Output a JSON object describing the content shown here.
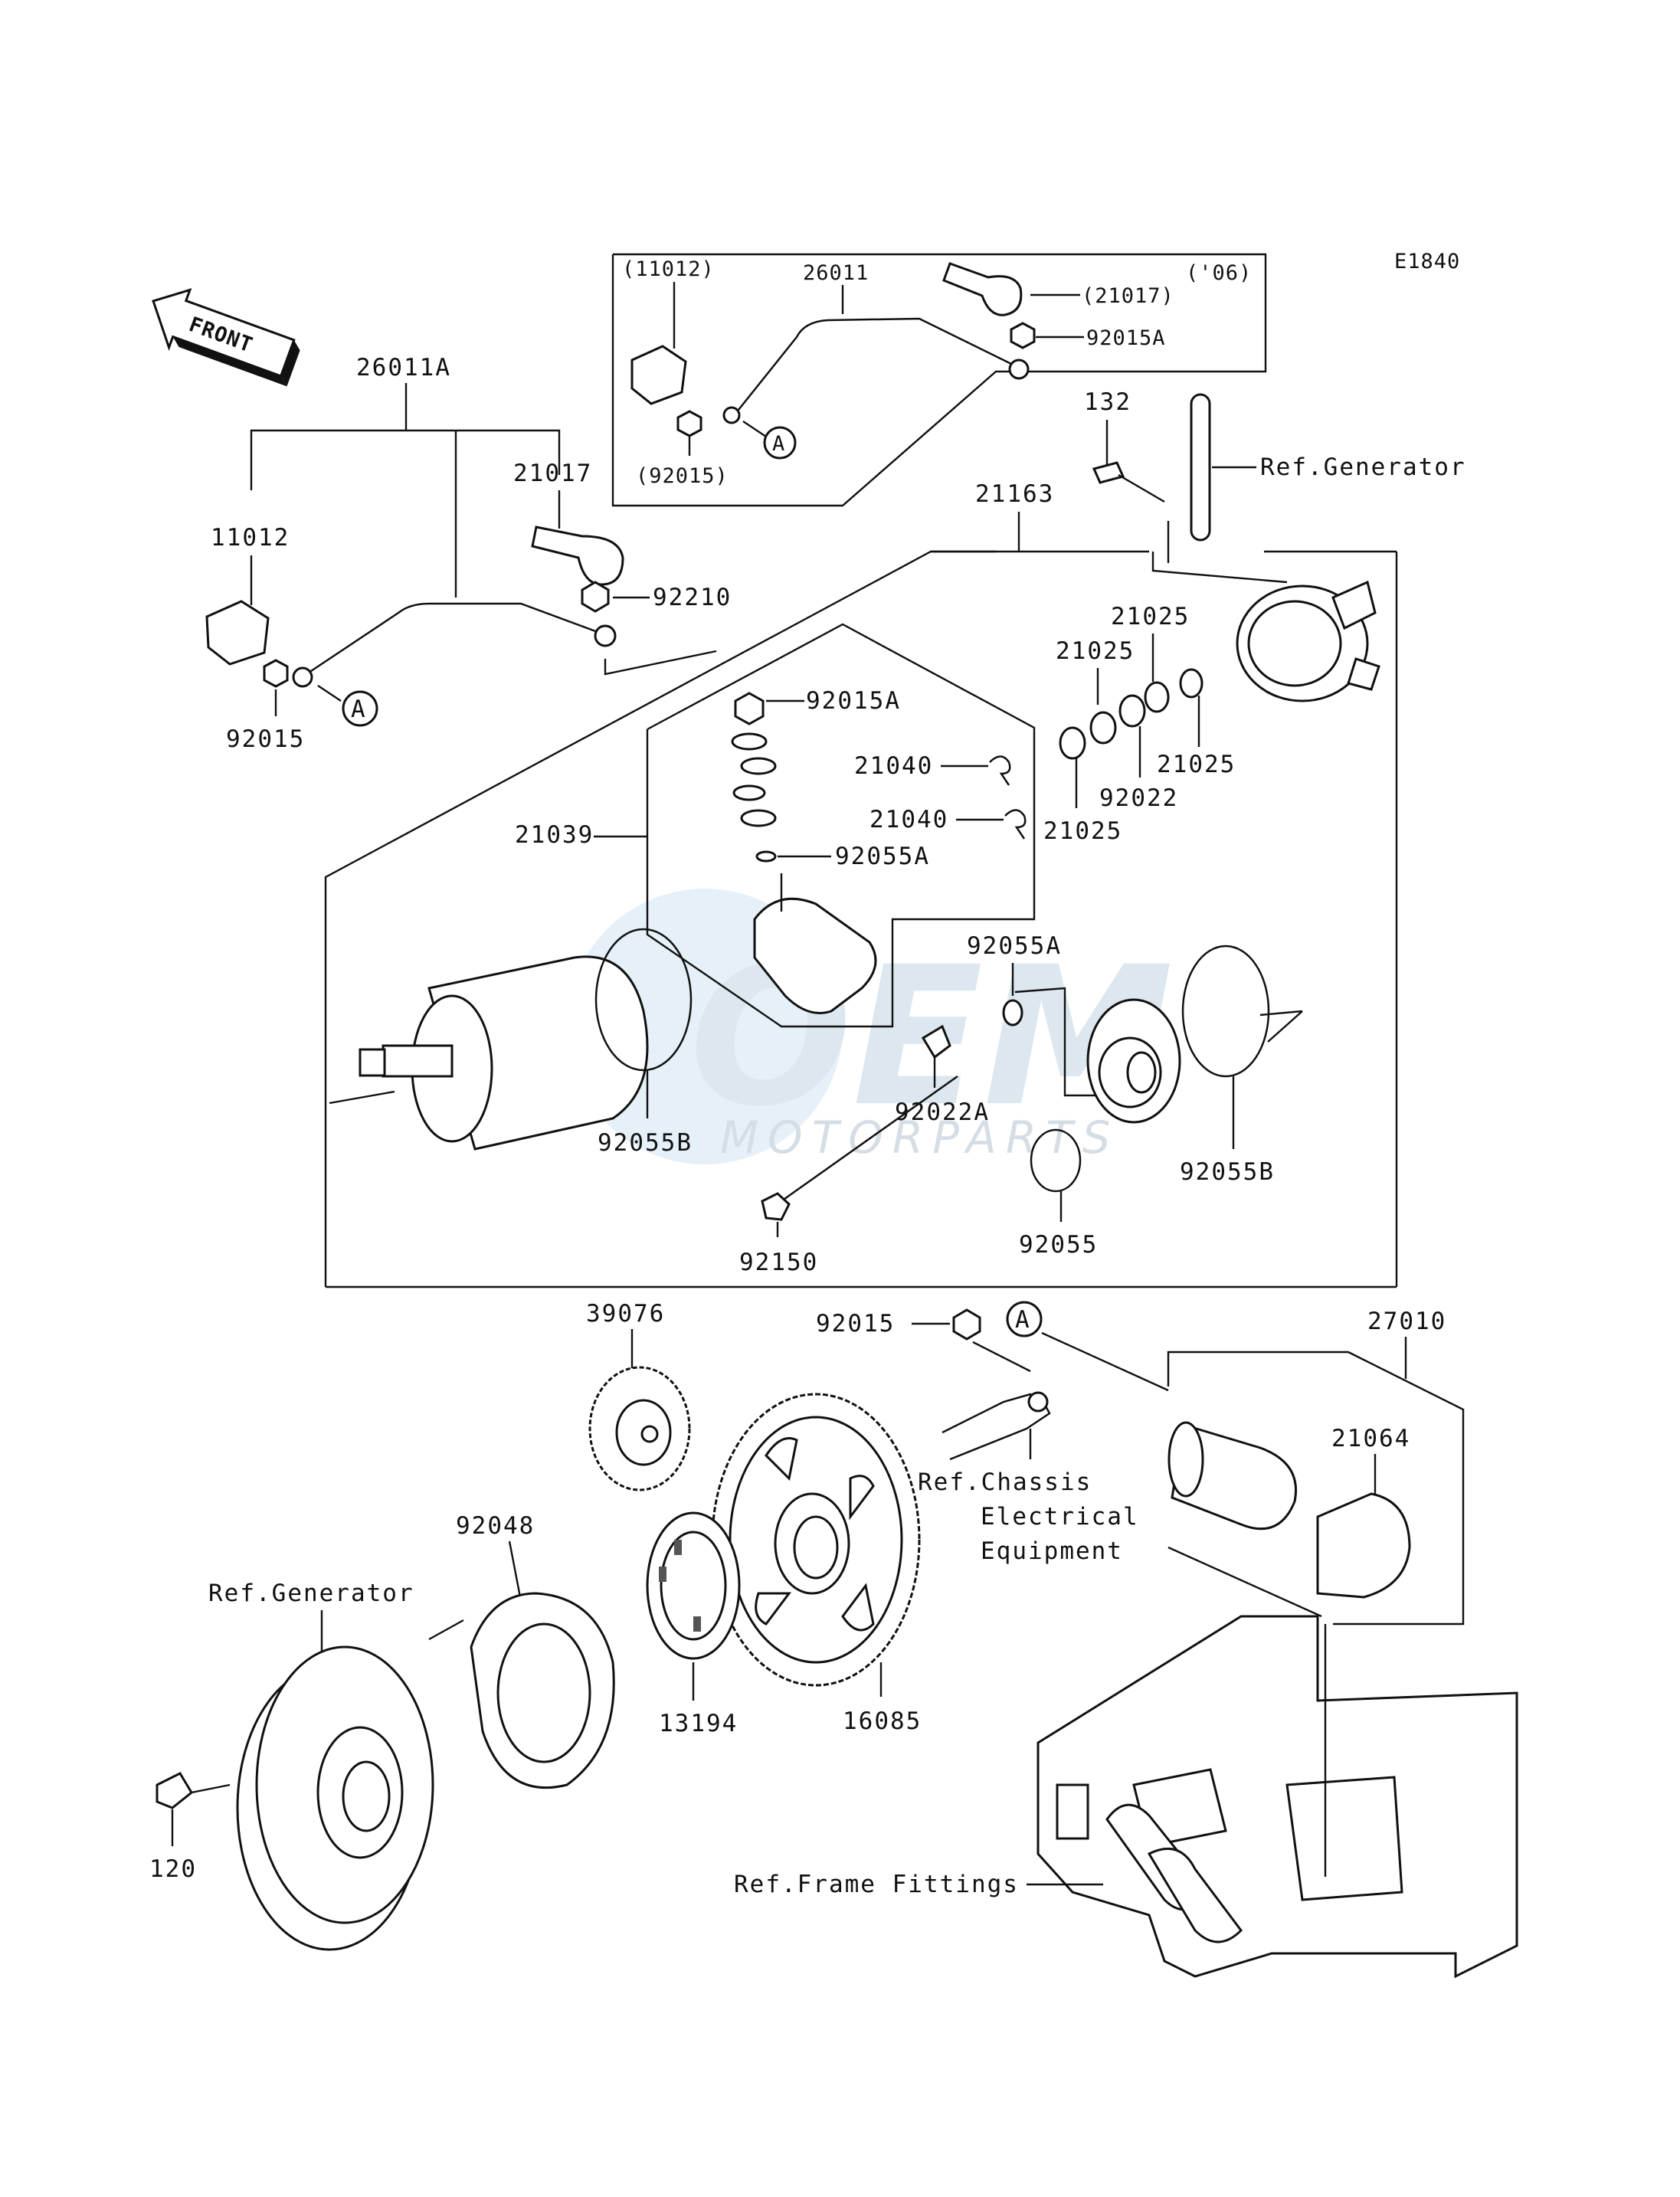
{
  "figure_code": "E1840",
  "front_arrow_label": "FRONT",
  "watermark": {
    "brand": "OEM",
    "subtitle": "MOTORPARTS"
  },
  "callout_marker": "A",
  "labels": {
    "p26011A": "26011A",
    "p11012": "11012",
    "p92015": "92015",
    "p21017": "21017",
    "p92210": "92210",
    "inset_11012": "(11012)",
    "inset_26011": "26011",
    "inset_21017": "(21017)",
    "inset_06": "('06)",
    "inset_92015A": "92015A",
    "inset_92015": "(92015)",
    "p132": "132",
    "ref_generator_top": "Ref.Generator",
    "p21163": "21163",
    "p21025_a": "21025",
    "p21025_b": "21025",
    "p21025_c": "21025",
    "p21025_d": "21025",
    "p92022": "92022",
    "p92015A": "92015A",
    "p21040_a": "21040",
    "p21040_b": "21040",
    "p21039": "21039",
    "p92055A_a": "92055A",
    "p92055A_b": "92055A",
    "p92055B_a": "92055B",
    "p92022A": "92022A",
    "p92055B_b": "92055B",
    "p92150": "92150",
    "p92055": "92055",
    "p39076": "39076",
    "p92015_b": "92015",
    "p27010": "27010",
    "p21064": "21064",
    "ref_chassis_1": "Ref.Chassis",
    "ref_chassis_2": "Electrical",
    "ref_chassis_3": "Equipment",
    "p92048": "92048",
    "ref_generator_bottom": "Ref.Generator",
    "p13194": "13194",
    "p16085": "16085",
    "p120": "120",
    "ref_frame": "Ref.Frame Fittings"
  }
}
